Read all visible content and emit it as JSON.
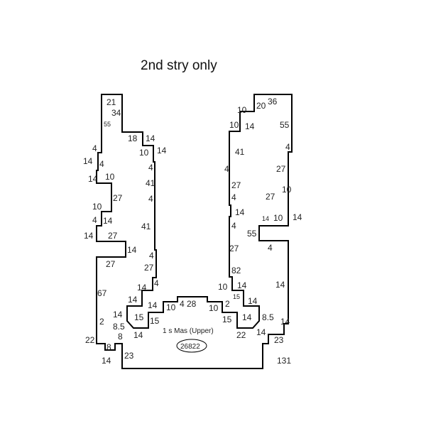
{
  "diagram": {
    "title": "2nd stry only",
    "area_label": "1 s Mas  (Upper)",
    "area_value": "26822",
    "dimensions_left": [
      "21",
      "34",
      "55",
      "18",
      "14",
      "10",
      "14",
      "4",
      "14",
      "4",
      "14",
      "10",
      "41",
      "4",
      "27",
      "10",
      "4",
      "14",
      "4",
      "14",
      "27",
      "41",
      "14",
      "27",
      "4",
      "27",
      "67",
      "14",
      "4",
      "14",
      "14",
      "10",
      "4",
      "28",
      "2",
      "14",
      "8.5",
      "15",
      "15",
      "22",
      "8",
      "14",
      "8",
      "14",
      "23"
    ],
    "dimensions_right": [
      "36",
      "20",
      "10",
      "10",
      "14",
      "55",
      "41",
      "4",
      "4",
      "27",
      "10",
      "27",
      "4",
      "27",
      "10",
      "14",
      "14",
      "4",
      "14",
      "55",
      "27",
      "4",
      "82",
      "14",
      "10",
      "14",
      "15",
      "14",
      "10",
      "2",
      "14",
      "15",
      "14",
      "8.5",
      "22",
      "14",
      "23",
      "131"
    ]
  }
}
